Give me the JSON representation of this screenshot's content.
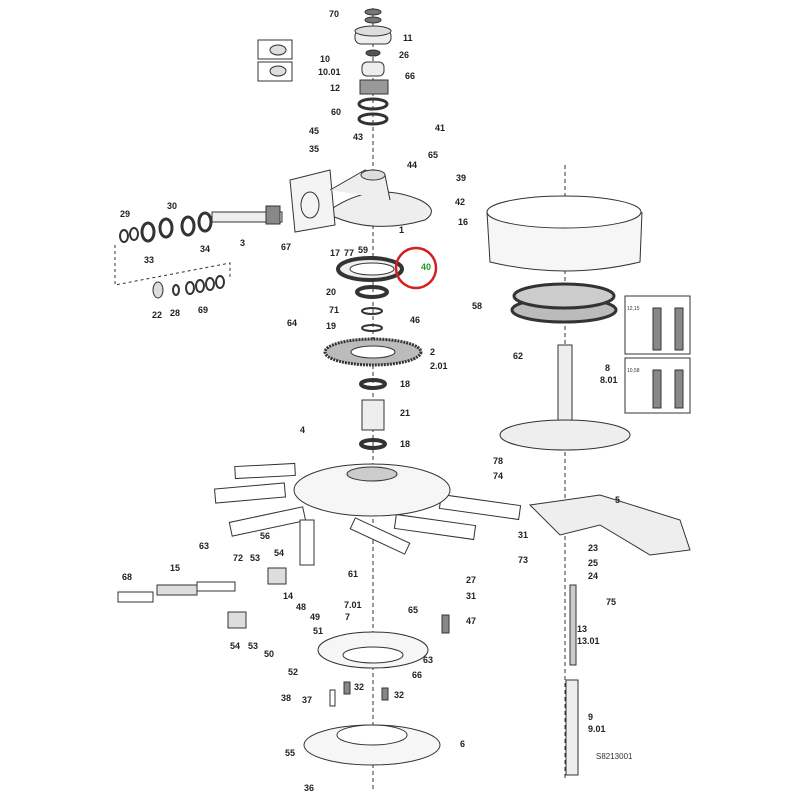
{
  "diagram": {
    "drawing_number": "S8213001",
    "highlighted_part": "40",
    "highlight_color": "#d42020",
    "highlight_label_color": "#1a9a2a",
    "inset_dimensions": [
      "12,15",
      "10,58"
    ],
    "labels": [
      "70",
      "11",
      "10",
      "26",
      "10.01",
      "66",
      "12",
      "60",
      "45",
      "43",
      "41",
      "35",
      "65",
      "44",
      "39",
      "42",
      "16",
      "29",
      "30",
      "17",
      "77",
      "59",
      "1",
      "3",
      "67",
      "34",
      "33",
      "40",
      "20",
      "71",
      "19",
      "46",
      "64",
      "2",
      "2.01",
      "58",
      "62",
      "8",
      "8.01",
      "18",
      "21",
      "18",
      "4",
      "78",
      "74",
      "5",
      "22",
      "28",
      "69",
      "56",
      "63",
      "61",
      "72",
      "53",
      "54",
      "15",
      "68",
      "31",
      "73",
      "23",
      "25",
      "24",
      "27",
      "31",
      "75",
      "14",
      "48",
      "49",
      "51",
      "7.01",
      "7",
      "65",
      "47",
      "13",
      "13.01",
      "54",
      "53",
      "50",
      "52",
      "63",
      "66",
      "32",
      "32",
      "38",
      "37",
      "9",
      "9.01",
      "6",
      "55",
      "36"
    ]
  }
}
